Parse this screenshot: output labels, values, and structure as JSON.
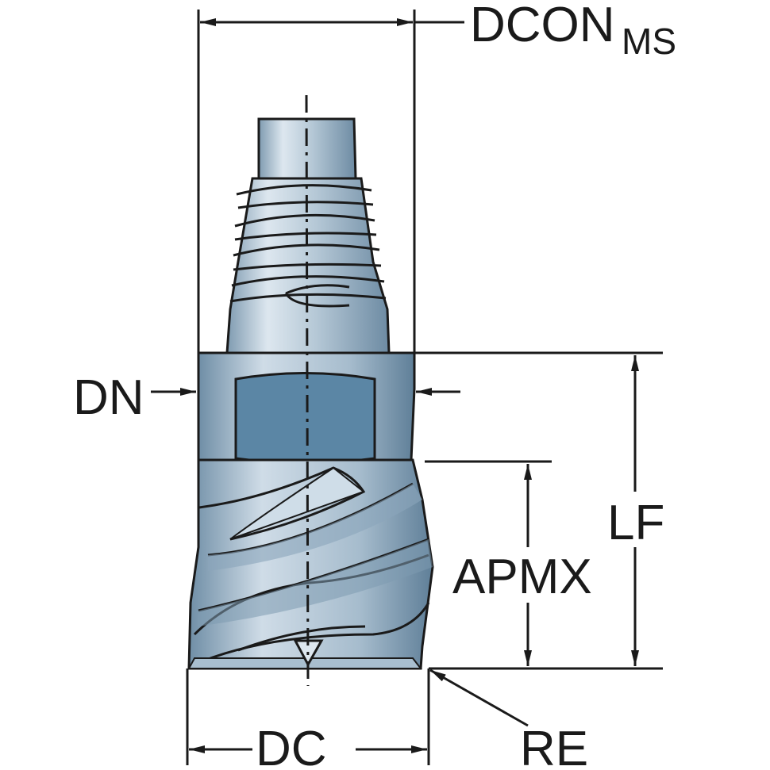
{
  "labels": {
    "dcon": "DCON",
    "dcon_sub": "MS",
    "dn": "DN",
    "lf": "LF",
    "apmx": "APMX",
    "dc": "DC",
    "re": "RE"
  },
  "colors": {
    "steel_light": "#d7e3ec",
    "steel_mid": "#9fb6c8",
    "steel_dark": "#5f7f98",
    "flat_face": "#5b86a5",
    "line": "#1a1a1a"
  }
}
